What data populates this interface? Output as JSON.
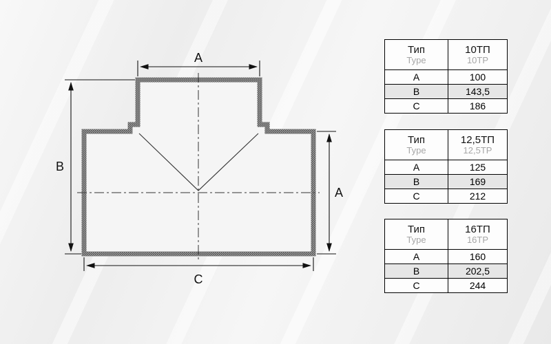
{
  "diagram": {
    "dim_labels": {
      "top": "A",
      "left": "B",
      "right": "A",
      "bottom": "C"
    }
  },
  "tables": [
    {
      "header": {
        "label_ru": "Тип",
        "label_en": "Type",
        "value_ru": "10ТП",
        "value_en": "10TP"
      },
      "rows": [
        {
          "label": "A",
          "value": "100"
        },
        {
          "label": "B",
          "value": "143,5"
        },
        {
          "label": "C",
          "value": "186"
        }
      ]
    },
    {
      "header": {
        "label_ru": "Тип",
        "label_en": "Type",
        "value_ru": "12,5ТП",
        "value_en": "12,5TP"
      },
      "rows": [
        {
          "label": "A",
          "value": "125"
        },
        {
          "label": "B",
          "value": "169"
        },
        {
          "label": "C",
          "value": "212"
        }
      ]
    },
    {
      "header": {
        "label_ru": "Тип",
        "label_en": "Type",
        "value_ru": "16ТП",
        "value_en": "16TP"
      },
      "rows": [
        {
          "label": "A",
          "value": "160"
        },
        {
          "label": "B",
          "value": "202,5"
        },
        {
          "label": "C",
          "value": "244"
        }
      ]
    }
  ],
  "colors": {
    "line": "#111111",
    "shaded_row": "#e6e6e6",
    "secondary_text": "#a6a6a6",
    "background": "#efefef"
  }
}
